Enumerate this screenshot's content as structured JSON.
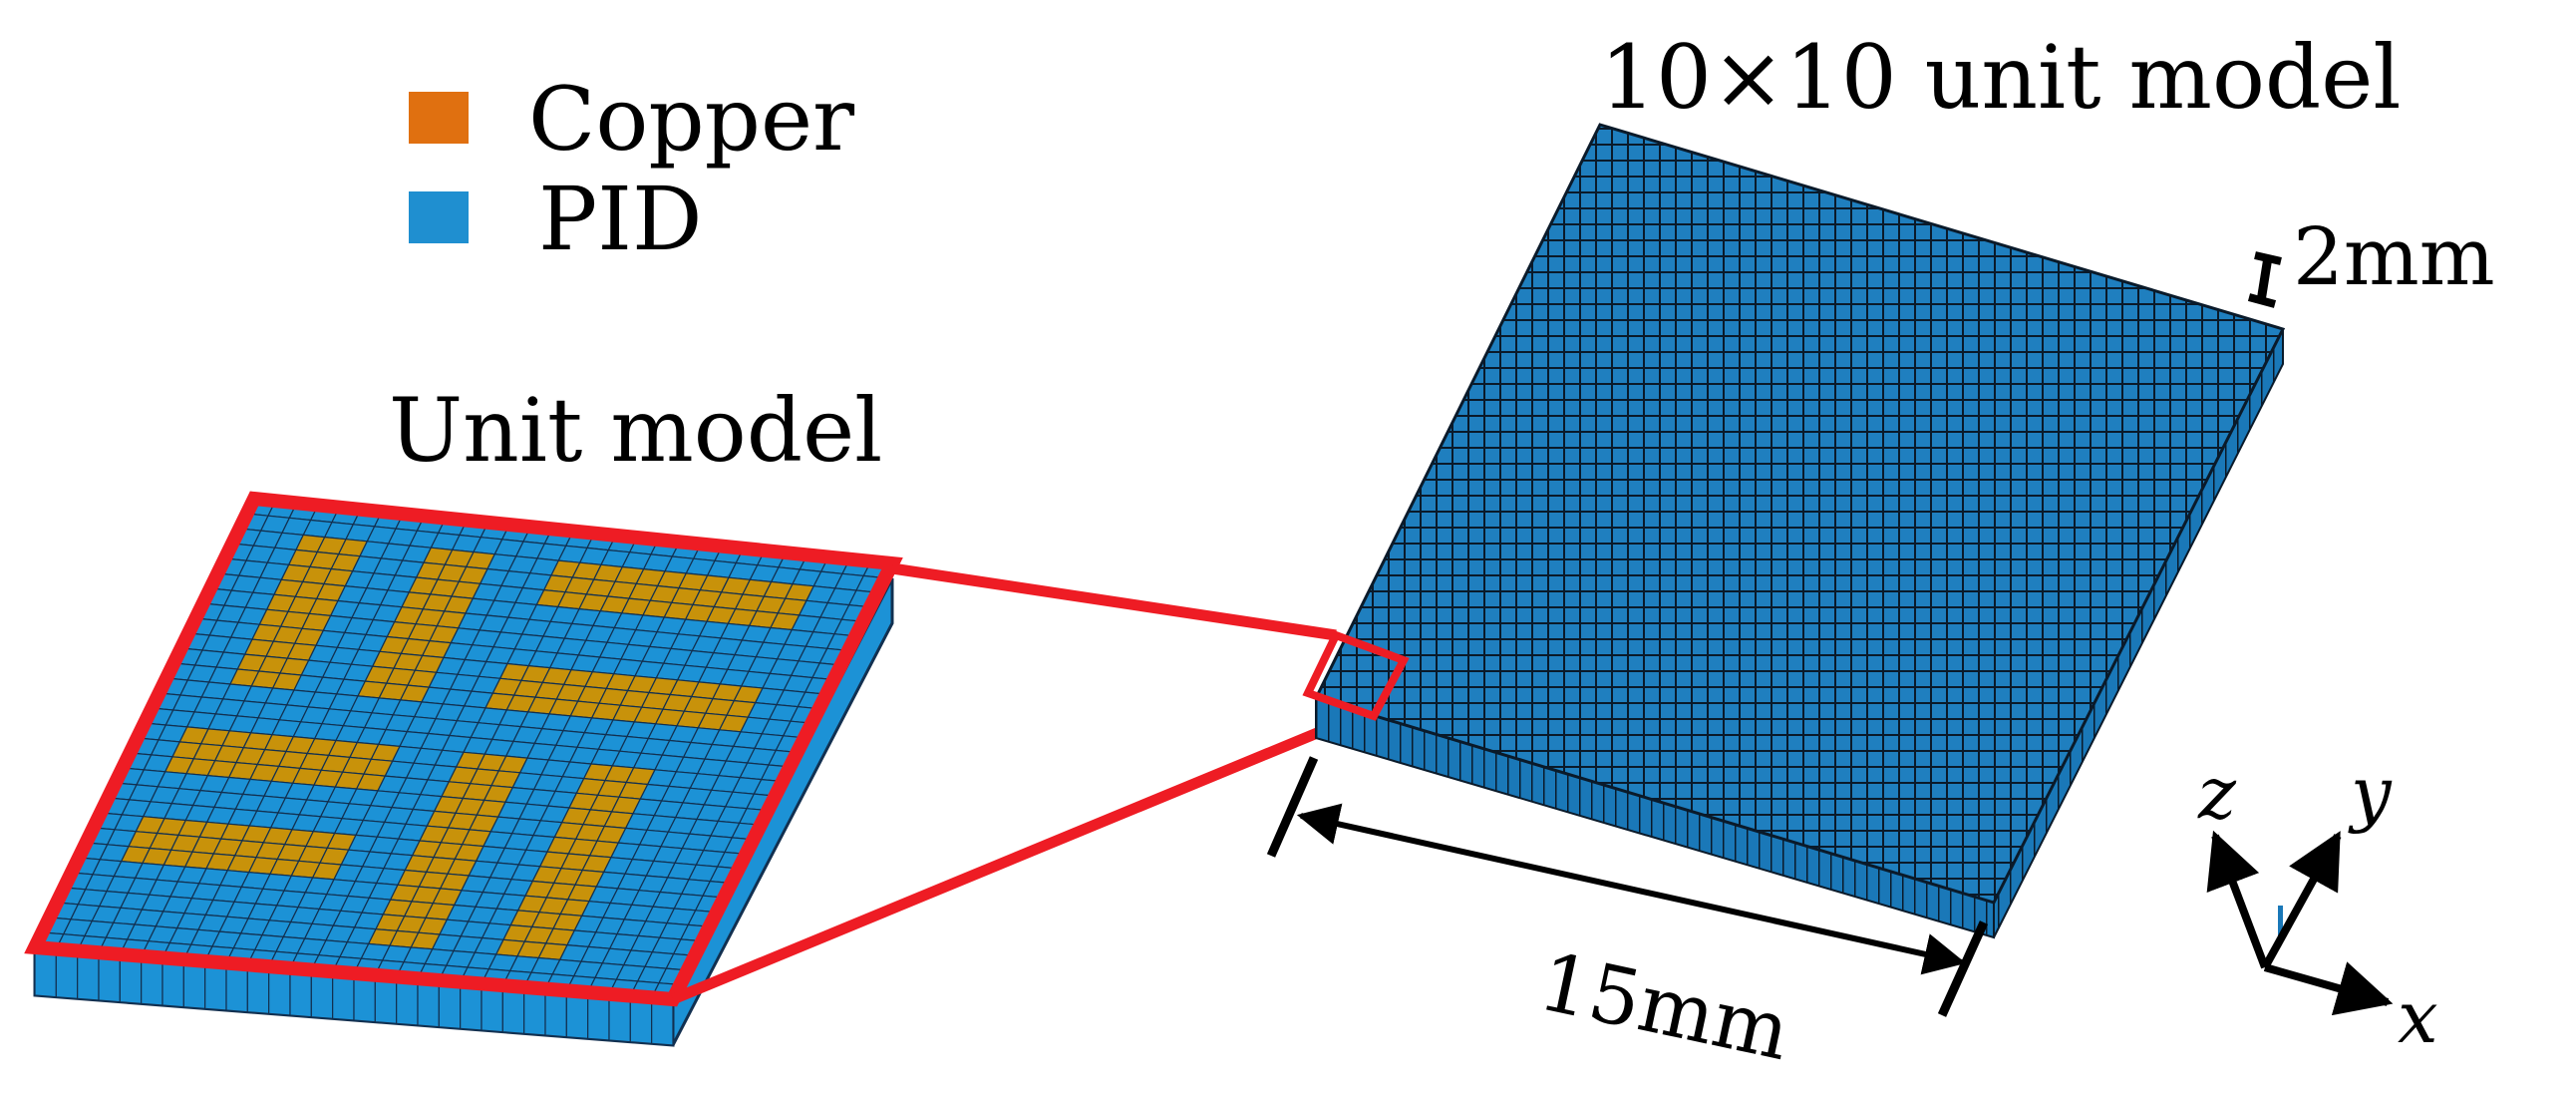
{
  "legend": {
    "items": [
      {
        "label": "Copper",
        "color": "#E07010"
      },
      {
        "label": "PID",
        "color": "#1F8FD0"
      }
    ]
  },
  "unit_model": {
    "title": "Unit model",
    "colors": {
      "copper": "#C8920A",
      "pid": "#1C92D6",
      "grid": "#123050",
      "frame": "#EE1C24"
    }
  },
  "array_model": {
    "title": "10×10 unit model",
    "thickness_label": "2mm",
    "width_label": "15mm",
    "colors": {
      "top": "#1F7FBF",
      "grid": "#0A1A2A",
      "side": "#1A78B8"
    }
  },
  "axes": {
    "x": "x",
    "y": "y",
    "z": "z"
  }
}
